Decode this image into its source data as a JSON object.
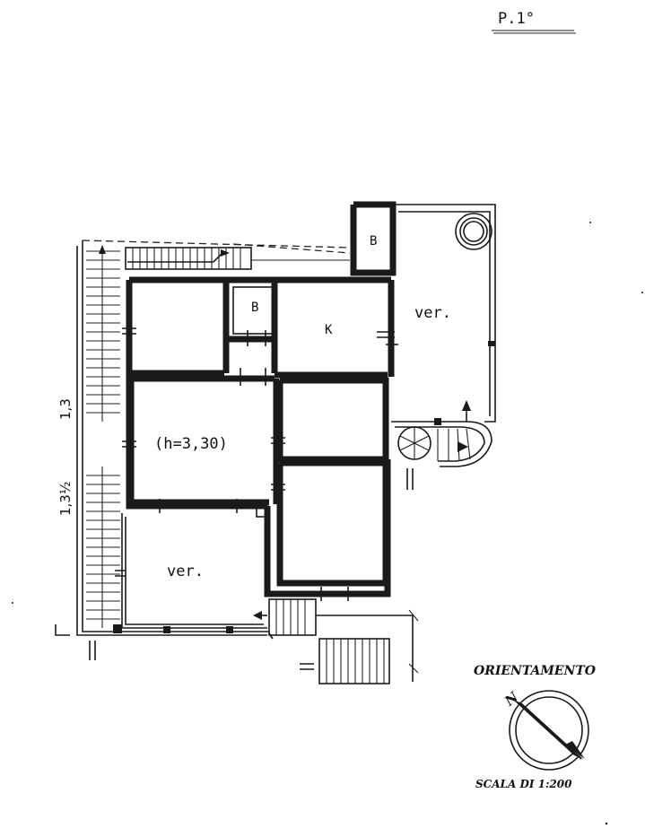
{
  "sheet": {
    "label": "P.1°"
  },
  "rooms": {
    "bath_top_right": "B",
    "bath_center": "B",
    "kitchen": "K",
    "veranda_right": "ver.",
    "living": "(h=3,30)",
    "veranda_bottom": "ver."
  },
  "dimensions": {
    "left_upper": "1,3",
    "left_lower": "1,3½"
  },
  "orientation": {
    "title": "ORIENTAMENTO",
    "north": "N",
    "scale": "SCALA DI 1:200"
  }
}
